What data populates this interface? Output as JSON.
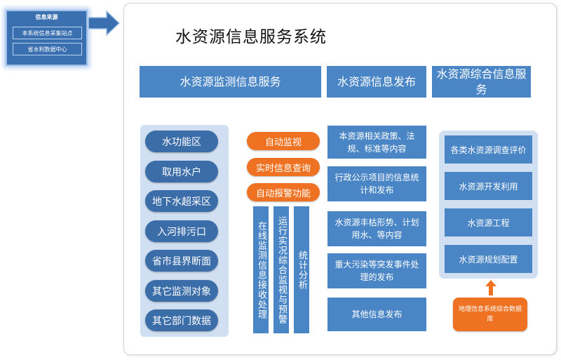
{
  "source": {
    "title": "信息来源",
    "items": [
      "本系统信息采集站点",
      "省水利数据中心"
    ]
  },
  "title": "水资源信息服务系统",
  "headers": [
    "水资源监测信息服务",
    "水资源信息发布",
    "水资源综合信息服务"
  ],
  "monitor_objects": [
    "水功能区",
    "取用水户",
    "地下水超采区",
    "入河排污口",
    "省市县界断面",
    "其它监测对象",
    "其它部门数据"
  ],
  "functions": [
    "自动监视",
    "实时信息查询",
    "自动报警功能"
  ],
  "vertical_functions": [
    "在线监测信息接收处理",
    "运行实况综合监视与预警",
    "统计分析"
  ],
  "publish_items": [
    "本资源相关政策、法规、标准等内容",
    "行政公示项目的信息统计和发布",
    "水资源丰枯形势、计划用水、等内容",
    "重大污染等突发事件处理的发布",
    "其他信息发布"
  ],
  "service_items": [
    "各类水资源调查评价",
    "水资源开发利用",
    "水资源工程",
    "水资源规划配置"
  ],
  "gis_source": "地理信息系统综合数据库",
  "colors": {
    "blue": "#4a86c5",
    "dark_blue": "#3b6da9",
    "orange": "#ee7221",
    "panel": "#d0dff1"
  }
}
